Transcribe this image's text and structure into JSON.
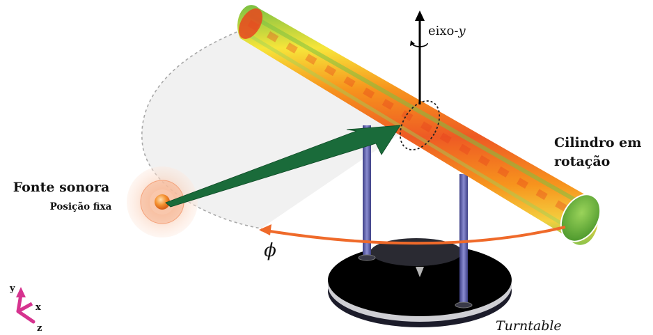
{
  "labels": {
    "source_title": "Fonte sonora",
    "source_subtitle": "Posição fixa",
    "cylinder_line1": "Cilindro em",
    "cylinder_line2": "rotação",
    "axis": "eixo-",
    "axis_var": "y",
    "angle": "ϕ",
    "turntable": "Turntable"
  },
  "triad": {
    "y": "y",
    "x": "x",
    "z": "z"
  },
  "colors": {
    "cylinder_hot": "#e8391c",
    "cylinder_warm": "#f7941d",
    "cylinder_edge": "#7bc143",
    "arrow": "#1a6b3a",
    "rotation_arc": "#ef6a2a",
    "source": "#f08a3c",
    "rods": "#5b5ea6",
    "triad": "#d6338f",
    "turntable": "#000000"
  },
  "icons": [
    "rotation-arrow-icon"
  ]
}
